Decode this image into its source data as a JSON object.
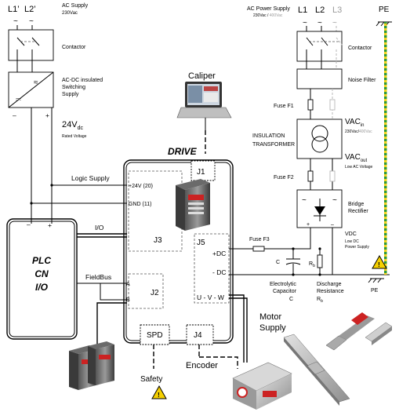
{
  "left": {
    "l1": "L1’",
    "l2": "L2’",
    "ac_supply": "AC Supply",
    "ac_voltage": "230Vac",
    "contactor": "Contactor",
    "psu": [
      "AC-DC insulated",
      "Switching",
      "Supply"
    ],
    "minus": "–",
    "plus": "+",
    "v24_main": "24V",
    "v24_sub": "dc",
    "rated": "Rated Voltage",
    "logic_supply": "Logic Supply",
    "io": "I/O",
    "fieldbus": "FieldBus",
    "plc": [
      "PLC",
      "CN",
      "I/O"
    ]
  },
  "drive": {
    "title": "DRIVE",
    "caliper": "Caliper",
    "j1": "J1",
    "j2": "J2",
    "j3": "J3",
    "j4": "J4",
    "j5": "J5",
    "pin_24v": "+24V (20)",
    "pin_gnd": "GND (11)",
    "pin_a": "A",
    "pin_b": "B",
    "pin_pdc": "+DC",
    "pin_mdc": "- DC",
    "pin_uvw": "U - V - W",
    "spd": "SPD"
  },
  "bottom": {
    "safety": "Safety",
    "encoder": "Encoder",
    "motor_supply": [
      "Motor",
      "Supply"
    ]
  },
  "right": {
    "ac_power_supply": "AC Power Supply",
    "ac_voltage_a": "230Vac",
    "ac_voltage_sep": " / ",
    "ac_voltage_b": "400Vac",
    "l1": "L1",
    "l2": "L2",
    "l3": "L3",
    "pe": "PE",
    "contactor": "Contactor",
    "noise_filter": "Noise Filter",
    "fuse_f1": "Fuse F1",
    "transformer": [
      "INSULATION",
      "TRANSFORMER"
    ],
    "vac_in": "VAC",
    "vac_in_sub": "in",
    "vac_in_v_a": "230Vac",
    "vac_in_v_sep": "/",
    "vac_in_v_b": "400Vac",
    "vac_out": "VAC",
    "vac_out_sub": "out",
    "vac_out_note": "Low AC Voltage",
    "fuse_f2": "Fuse F2",
    "bridge": [
      "Bridge",
      "Rectifier"
    ],
    "vdc": "VDC",
    "vdc_note": [
      "Low DC",
      "Power Supply"
    ],
    "rplus": "+",
    "rminus": "–",
    "fuse_f3": "Fuse F3",
    "cap_c": "C",
    "rb": "R",
    "rb_sub": "b",
    "cap_label": [
      "Electrolytic",
      "Capacitor",
      "C"
    ],
    "discharge": [
      "Discharge",
      "Resistance",
      "R"
    ],
    "discharge_sub": "b",
    "pe_bottom": "PE"
  },
  "colors": {
    "pe_wire_green": "#2e9a3a",
    "pe_wire_yellow": "#f2d21b",
    "warning": "#f5d000",
    "ghost": "#b8b8b8"
  },
  "icons": [
    "laptop-icon",
    "warning-icon",
    "drive-unit-icon",
    "motor-icon",
    "linear-axis-icon",
    "transformer-icon",
    "diode-icon",
    "ground-icon",
    "fuse-icon",
    "capacitor-icon",
    "resistor-icon",
    "switch-icon",
    "ac-wave-icon"
  ]
}
